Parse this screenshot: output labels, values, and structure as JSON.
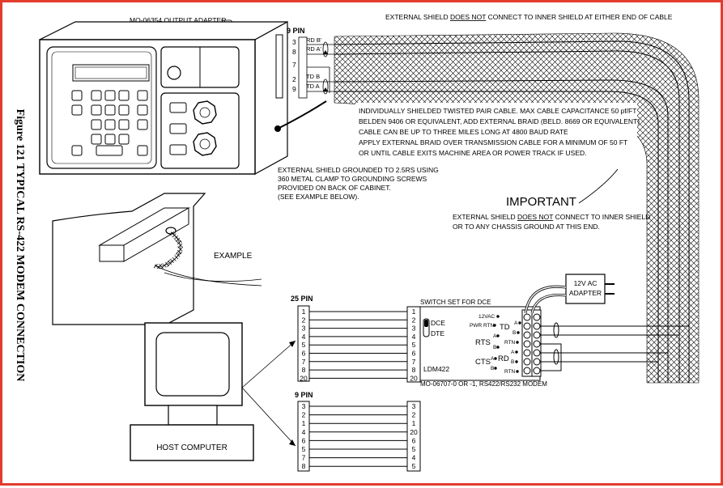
{
  "figure_caption": "Figure 121 TYPICAL RS-422 MODEM CONNECTION",
  "colors": {
    "frame": "#e23c2c",
    "ink": "#000000",
    "panel": "#ffffff",
    "shade": "#d9d9d9"
  },
  "top_note": {
    "prefix": "EXTERNAL SHIELD ",
    "underlined": "DOES NOT",
    "suffix": " CONNECT TO INNER SHIELD AT EITHER END OF CABLE"
  },
  "output_adapter": {
    "label": "MO-06354 OUTPUT ADAPTER",
    "connector_title": "9 PIN",
    "pins": [
      "3",
      "8",
      "7",
      "2",
      "9"
    ],
    "signals": [
      "RD B'",
      "RD A'",
      "TD B",
      "TD A"
    ]
  },
  "cable_notes": [
    "INDIVIDUALLY SHIELDED TWISTED PAIR CABLE. MAX CABLE CAPACITANCE 50 pf/FT",
    "BELDEN 9406 OR EQUIVALENT, ADD EXTERNAL BRAID (BELD. 8669 OR EQUIVALENT)",
    "CABLE CAN BE UP TO THREE MILES LONG AT 4800 BAUD RATE",
    "APPLY EXTERNAL BRAID OVER TRANSMISSION CABLE FOR A MINIMUM OF 50 FT",
    "OR UNTIL CABLE EXITS MACHINE AREA OR POWER TRACK IF USED."
  ],
  "ground_notes": [
    "EXTERNAL SHIELD GROUNDED TO 2.5RS USING",
    "360  METAL CLAMP TO GROUNDING SCREWS",
    "PROVIDED ON BACK OF CABINET.",
    "(SEE EXAMPLE BELOW)."
  ],
  "important": {
    "title": "IMPORTANT",
    "line1_prefix": "EXTERNAL SHIELD ",
    "line1_underlined": "DOES NOT",
    "line1_suffix": " CONNECT TO INNER SHIELD",
    "line2": "OR TO ANY CHASSIS GROUND AT THIS END."
  },
  "example_label": "EXAMPLE",
  "ac_adapter": {
    "line1": "12V AC",
    "line2": "ADAPTER"
  },
  "host_computer": "HOST COMPUTER",
  "pin25": {
    "title": "25 PIN",
    "pins": [
      "1",
      "2",
      "3",
      "4",
      "5",
      "6",
      "7",
      "8",
      "20"
    ]
  },
  "pin9": {
    "title": "9 PIN",
    "pins": [
      "3",
      "2",
      "1",
      "4",
      "6",
      "5",
      "7",
      "8"
    ]
  },
  "modem": {
    "switch_label": "SWITCH SET FOR DCE",
    "dce": "DCE",
    "dte": "DTE",
    "model": "LDM422",
    "caption": "MO-06707-0 OR -1, RS422/RS232 MODEM",
    "pins_a": [
      "1",
      "2",
      "3",
      "4",
      "5",
      "6",
      "7",
      "8",
      "20"
    ],
    "pins_b": [
      "3",
      "2",
      "1",
      "20",
      "6",
      "5",
      "4",
      "5"
    ],
    "term_labels": {
      "vac": "12VAC",
      "pwr": "PWR RTN",
      "td": "TD",
      "rts": "RTS",
      "cts": "CTS",
      "rd": "RD",
      "rtn": "RTN",
      "a": "A",
      "b": "B"
    }
  }
}
